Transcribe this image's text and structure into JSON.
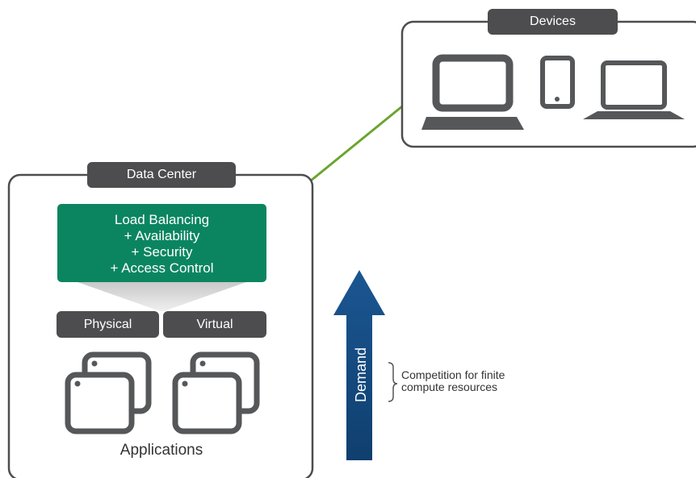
{
  "devices": {
    "title": "Devices",
    "items": [
      "laptop-icon",
      "phone-icon",
      "notebook-icon"
    ]
  },
  "data_center": {
    "title": "Data Center",
    "services": [
      "Load Balancing",
      "+ Availability",
      "+ Security",
      "+ Access Control"
    ],
    "physical": "Physical",
    "virtual": "Virtual",
    "applications": "Applications"
  },
  "demand": {
    "label": "Demand",
    "note_line1": "Competition for finite",
    "note_line2": "compute resources"
  },
  "colors": {
    "green": "#0b8560",
    "connector": "#6aa52e",
    "arrow": "#174e86",
    "dark_gray": "#4d4d4f",
    "icon_gray": "#555759",
    "border": "#4d4d4f"
  }
}
